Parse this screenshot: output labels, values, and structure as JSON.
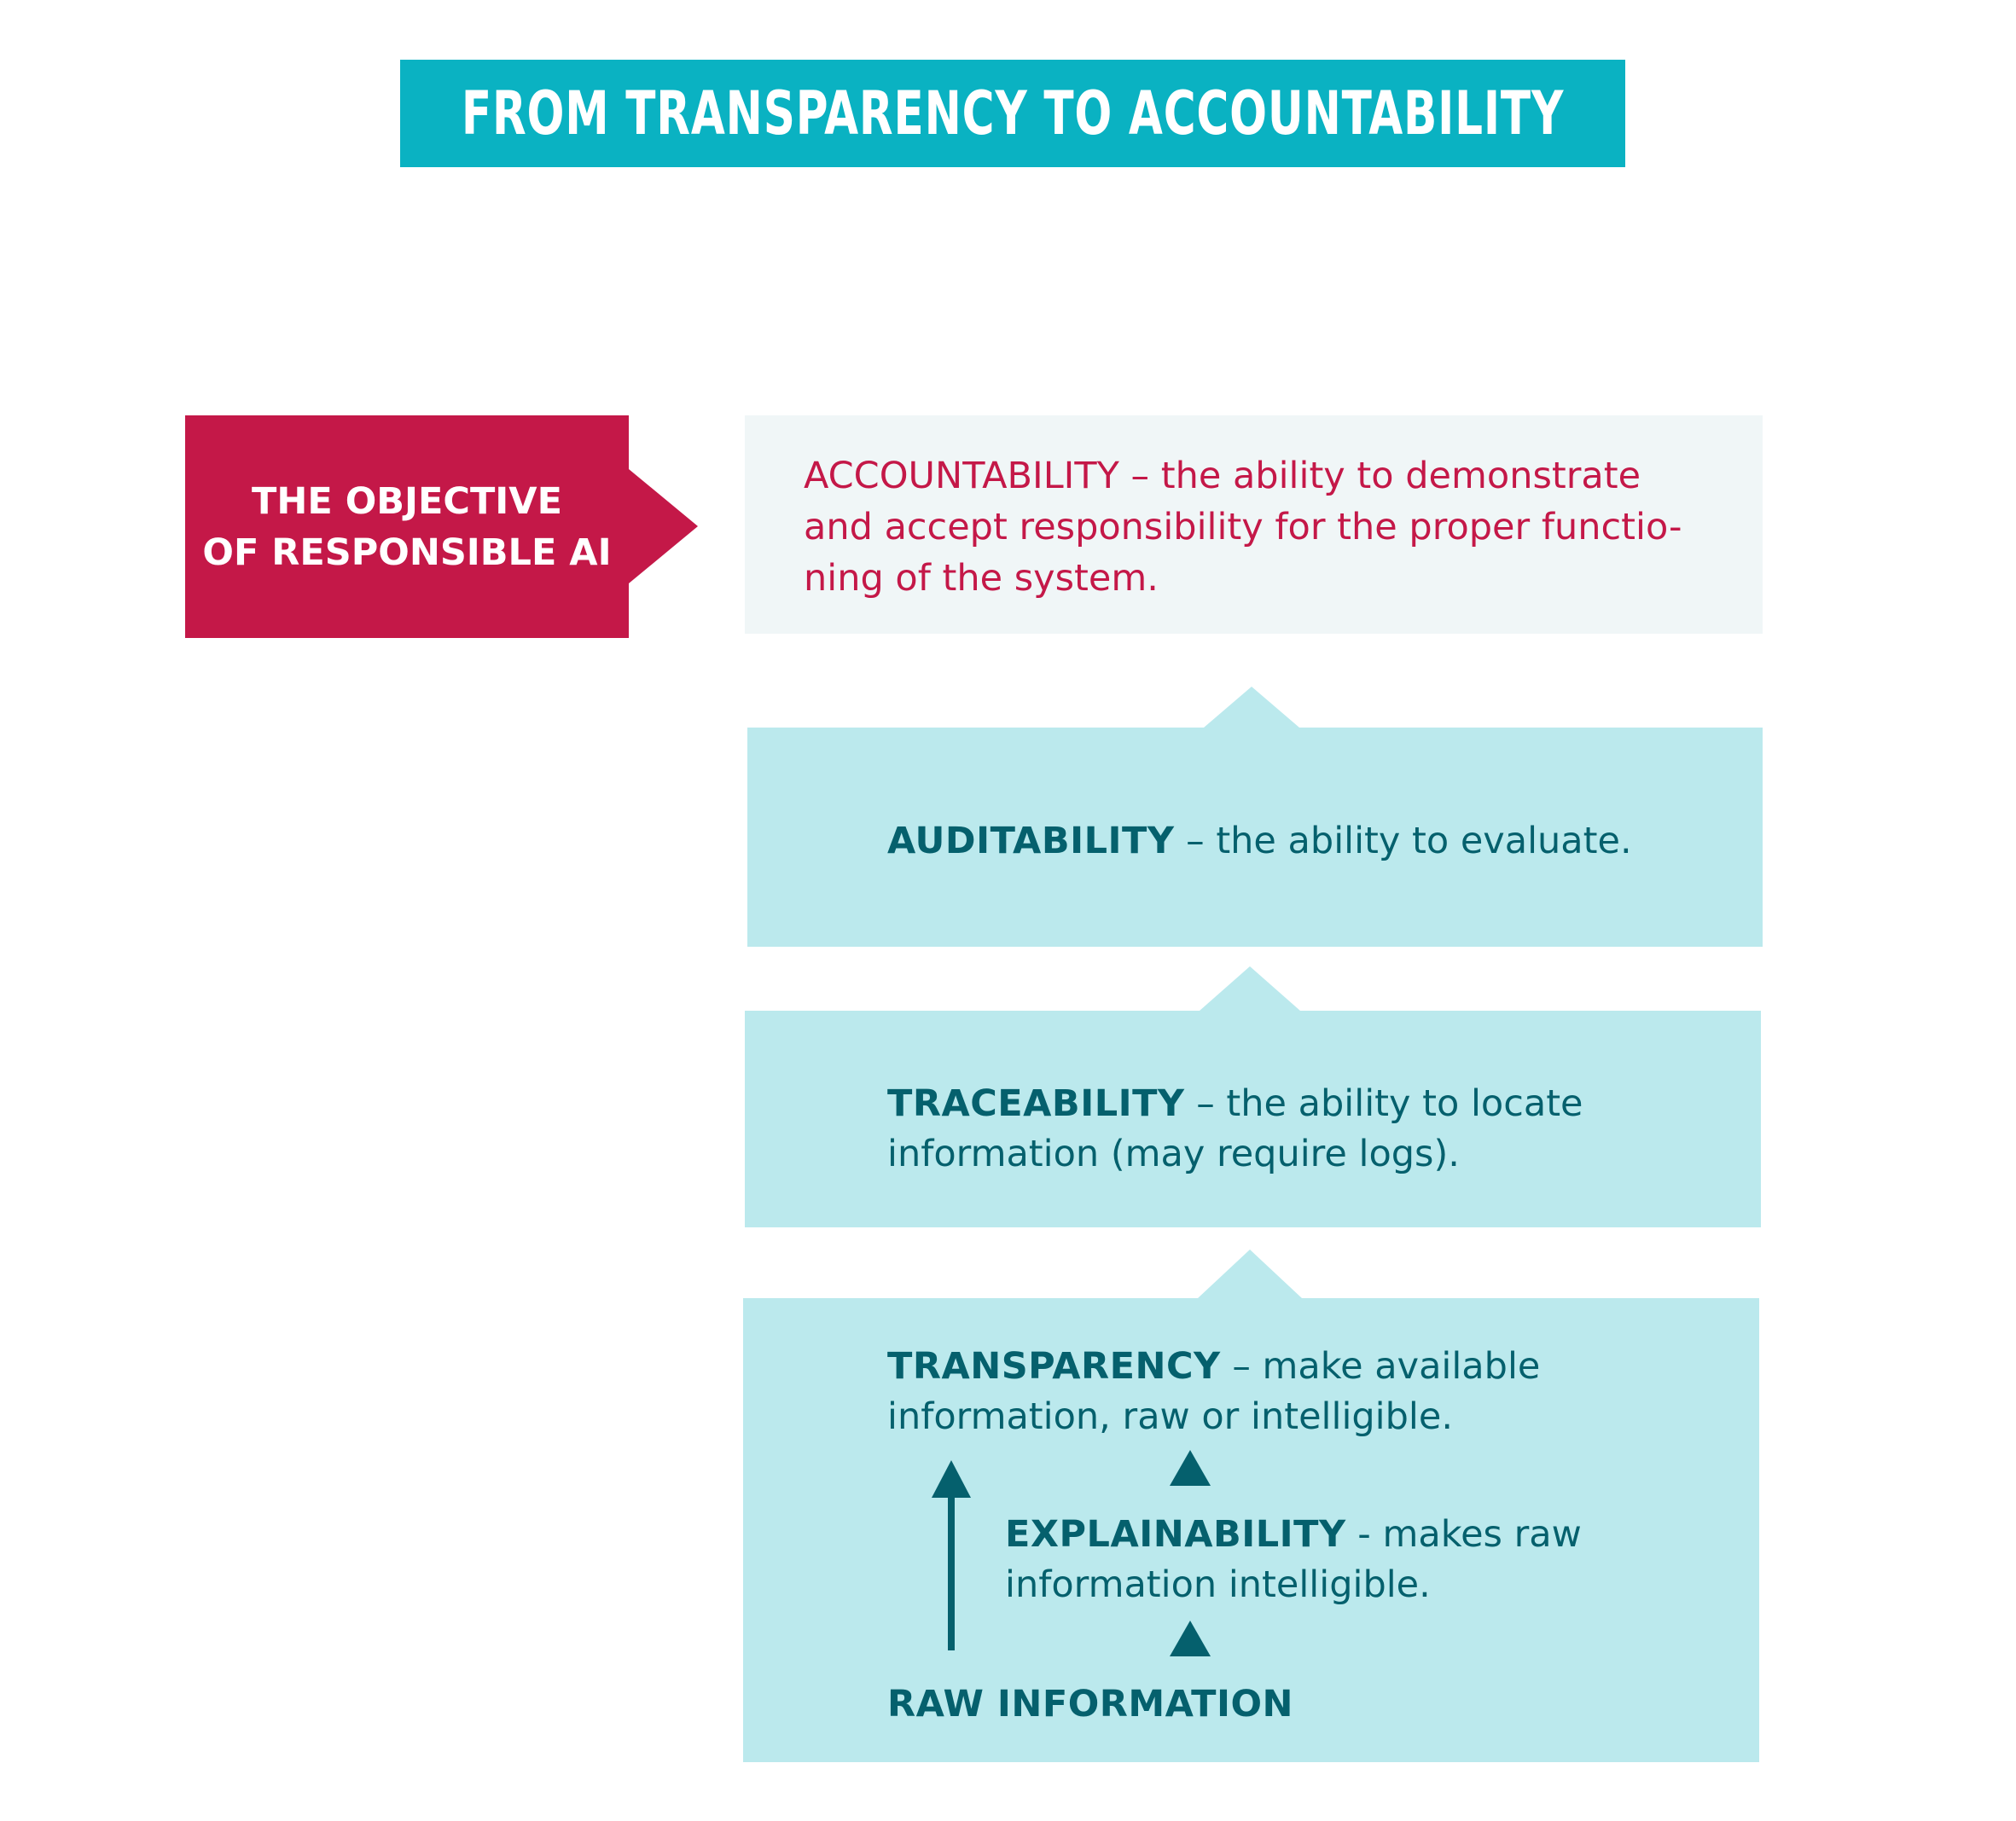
{
  "title": "FROM TRANSPARENCY TO ACCOUNTABILITY",
  "objective": {
    "line1": "THE OBJECTIVE",
    "line2": "OF RESPONSIBLE AI"
  },
  "accountability": {
    "line1": "ACCOUNTABILITY – the ability to demonstrate",
    "line2": "and accept responsibility for the proper functio-",
    "line3": "ning of the system."
  },
  "auditability": {
    "term": "AUDITABILITY",
    "desc": " – the ability to evaluate."
  },
  "traceability": {
    "term": "TRACEABILITY",
    "desc": " – the ability to locate",
    "line2": "information (may require logs)."
  },
  "transparency": {
    "term": "TRANSPARENCY",
    "desc": " – make available",
    "line2": "information, raw or intelligible."
  },
  "explainability": {
    "term": "EXPLAINABILITY",
    "desc": " - makes raw",
    "line2": "information intelligible."
  },
  "raw_information": "RAW INFORMATION",
  "colors": {
    "title_bg": "#0ab2c2",
    "objective_bg": "#c41848",
    "accountability_bg": "#f0f6f7",
    "accountability_text": "#c41848",
    "box_bg": "#bbe9ed",
    "box_text": "#05606d"
  }
}
